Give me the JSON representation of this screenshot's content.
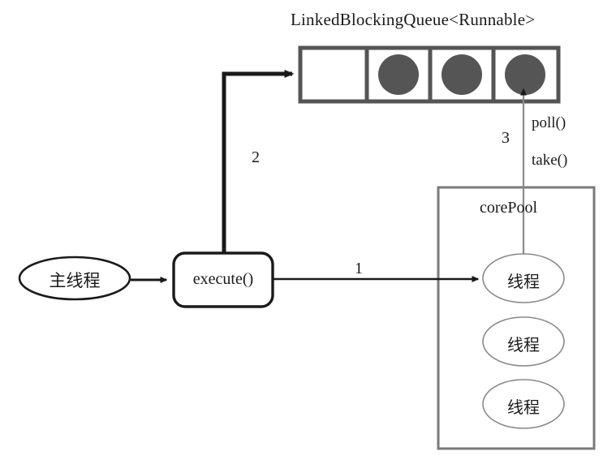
{
  "diagram": {
    "title_text": "LinkedBlockingQueue<Runnable>",
    "colors": {
      "stroke_dark": "#1a1a1a",
      "stroke_gray": "#6e6e6e",
      "circle_fill": "#555555",
      "background": "#ffffff"
    },
    "queue": {
      "label": "LinkedBlockingQueue<Runnable>",
      "cells": [
        {
          "name": "cell-1",
          "filled": false
        },
        {
          "name": "cell-2",
          "filled": true
        },
        {
          "name": "cell-3",
          "filled": true
        },
        {
          "name": "cell-4",
          "filled": true
        }
      ]
    },
    "nodes": {
      "main_thread": "主线程",
      "execute": "execute()",
      "core_pool": "corePool",
      "threads": [
        "线程",
        "线程",
        "线程"
      ]
    },
    "edges": [
      {
        "id": "edge-1",
        "label": "1",
        "from": "execute",
        "to": "thread-1"
      },
      {
        "id": "edge-2",
        "label": "2",
        "from": "execute",
        "to": "queue"
      },
      {
        "id": "edge-3",
        "label": "3",
        "from": "thread-1",
        "to": "queue-cell-4"
      }
    ],
    "annotations": {
      "poll": "poll()",
      "take": "take()"
    }
  }
}
